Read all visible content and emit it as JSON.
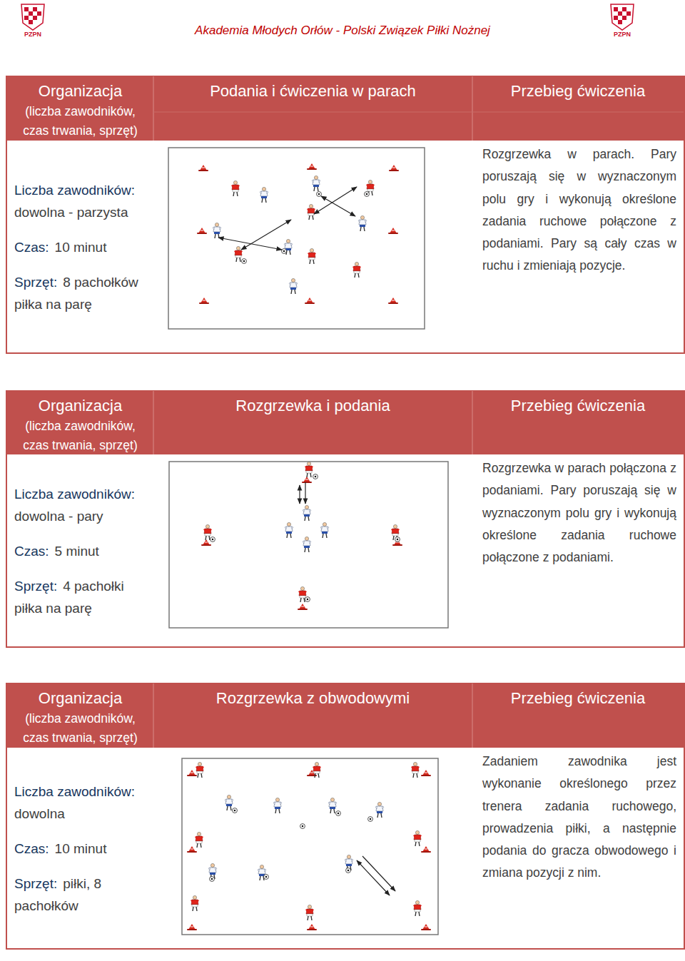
{
  "diagram": {
    "title": "Akademia Młodych Orłów - Polski Związek Piłki Nożnej",
    "nodes": [
      {
        "text": [
          "Organizacja",
          "(liczba zawodników, czas trwania, sprzęt)"
        ]
      },
      {
        "text": [
          "Podania i ćwiczenia w parach"
        ]
      },
      {
        "text": [
          "Przebieg ćwiczenia"
        ]
      },
      {
        "text": [
          "Liczba zawodników:",
          "dowolna - parzysta",
          "Czas:",
          "10 minut",
          "Sprzęt:",
          "8 pachołków",
          "piłka na parę"
        ]
      },
      {
        "text": [
          "Rozgrzewka w parach. Pary poruszają się w wyznaczonym polu gry i wykonują określone zadania ruchowe połączone z podaniami. Pary są cały czas w ruchu i zmieniają pozycje."
        ]
      },
      {
        "text": [
          "Organizacja",
          "(liczba zawodników, czas trwania, sprzęt)"
        ]
      },
      {
        "text": [
          "Rozgrzewka i podania"
        ]
      },
      {
        "text": [
          "Przebieg ćwiczenia"
        ]
      },
      {
        "text": [
          "Liczba zawodników:",
          "dowolna - pary",
          "Czas:",
          "5 minut",
          "Sprzęt:",
          "4 pachołki",
          "piłka na parę"
        ]
      },
      {
        "text": [
          "Rozgrzewka w parach połączona z podaniami. Pary poruszają się w wyznaczonym polu gry i wykonują określone zadania ruchowe połączone z podaniami."
        ]
      },
      {
        "text": [
          "Organizacja",
          "(liczba zawodników, czas trwania, sprzęt)"
        ]
      },
      {
        "text": [
          "Rozgrzewka z obwodowymi"
        ]
      },
      {
        "text": [
          "Przebieg ćwiczenia"
        ]
      },
      {
        "text": [
          "Liczba zawodników:",
          "dowolna",
          "Czas:",
          "10 minut",
          "Sprzęt:",
          "piłki, 8 pachołków"
        ]
      },
      {
        "text": [
          "Zadaniem zawodnika jest wykonanie określonego przez trenera zadania ruchowego, prowadzenia piłki, a następnie podania do gracza obwodowego i zmiana pozycji z nim."
        ]
      }
    ],
    "labels": [
      "PZPN",
      "PZPN"
    ]
  }
}
